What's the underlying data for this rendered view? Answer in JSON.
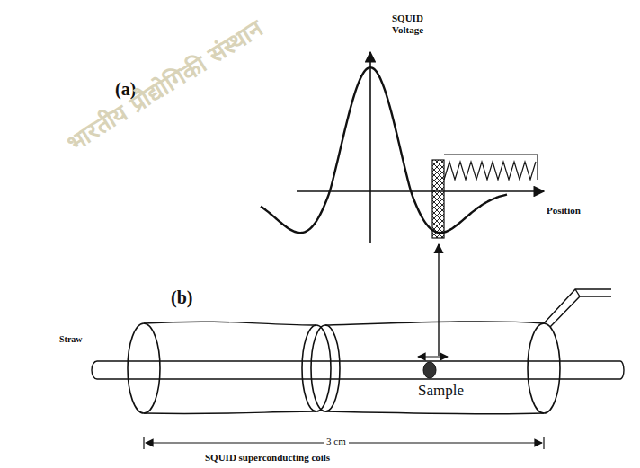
{
  "diagram": {
    "labels": [
      "(a)",
      "SQUID Voltage",
      "Position",
      "(b)",
      "Straw",
      "Sample",
      "3 cm",
      "SQUID superconducting coils",
      "भारतीय प्रौद्योगिकी संस्थान"
    ]
  }
}
